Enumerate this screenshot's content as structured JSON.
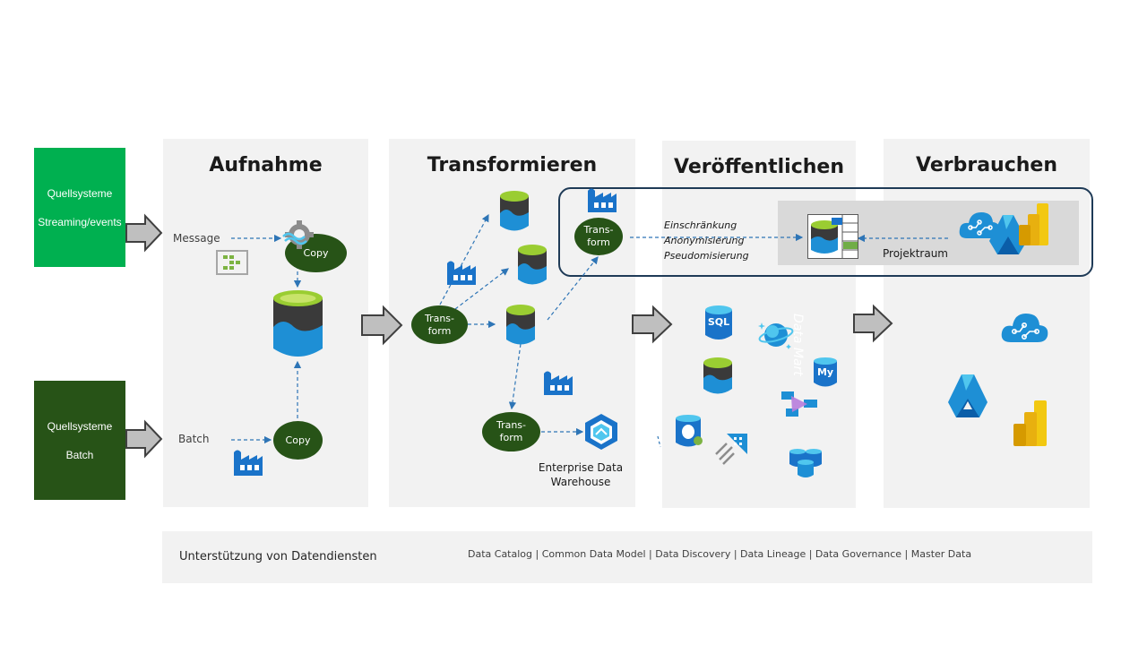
{
  "source_streaming": {
    "line1": "Quellsysteme",
    "line2": "Streaming/events"
  },
  "source_batch": {
    "line1": "Quellsysteme",
    "line2": "Batch"
  },
  "stages": {
    "ingest": "Aufnahme",
    "transform": "Transformieren",
    "publish": "Veröffentlichen",
    "consume": "Verbrauchen"
  },
  "ingest": {
    "message_label": "Message",
    "batch_label": "Batch",
    "copy_label": "Copy"
  },
  "transform": {
    "oval_line1": "Trans-",
    "oval_line2": "form",
    "edw_line1": "Enterprise Data",
    "edw_line2": "Warehouse"
  },
  "publish": {
    "restrictions": [
      "Einschränkung",
      "Anonymisierung",
      "Pseudomisierung"
    ],
    "project_room": "Projektraum",
    "data_mart_watermark": "Data Mart",
    "sql_text": "SQL",
    "mysql_text": "My"
  },
  "footer": {
    "title": "Unterstützung von Datendiensten",
    "services": "Data Catalog | Common Data Model | Data Discovery | Data Lineage | Data Governance | Master Data"
  },
  "colors": {
    "streaming_green": "#00b050",
    "batch_green": "#275317",
    "oval_green": "#275317",
    "panel_gray": "#f2f2f2",
    "arrow_blue": "#2e75b6",
    "project_border": "#1f3b57"
  }
}
